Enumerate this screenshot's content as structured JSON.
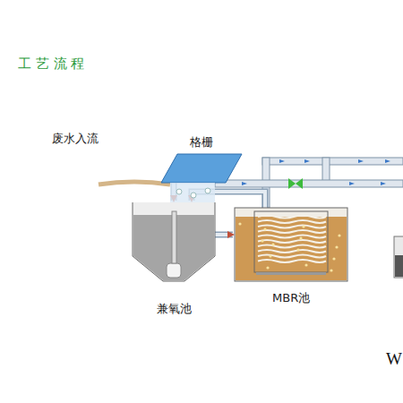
{
  "diagram": {
    "title": "工 艺 流 程",
    "nodes": [
      {
        "text": [
          "格栅"
        ]
      },
      {
        "text": [
          "兼氧池"
        ]
      },
      {
        "text": [
          "MBR池"
        ]
      }
    ],
    "edges": [
      {
        "from": 0,
        "to": 1,
        "arrow": "to"
      },
      {
        "from": 1,
        "to": 2,
        "arrow": "to"
      },
      {
        "from": 2,
        "to": 1,
        "arrow": "to"
      }
    ],
    "labels": [
      "废水入流",
      "W"
    ]
  }
}
